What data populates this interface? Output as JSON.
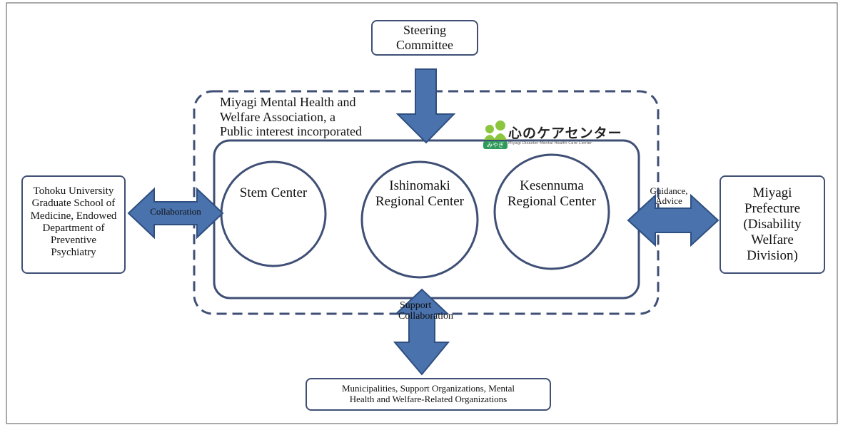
{
  "diagram": {
    "steering": {
      "line1": "Steering",
      "line2": "Committee"
    },
    "association": {
      "line1": "Miyagi Mental Health and",
      "line2": "Welfare Association, a",
      "line3": "Public interest incorporated"
    },
    "logo": {
      "jp_text": "心のケアセンター",
      "badge_text": "みやぎ",
      "sub_text": "Miyagi Disaster Mental Health Care Center"
    },
    "centers": [
      {
        "line1": "Stem Center",
        "line2": ""
      },
      {
        "line1": "Ishinomaki",
        "line2": "Regional Center"
      },
      {
        "line1": "Kesennuma",
        "line2": "Regional Center"
      }
    ],
    "tohoku": {
      "lines": [
        "Tohoku University",
        "Graduate School of",
        "Medicine, Endowed",
        "Department of",
        "Preventive",
        "Psychiatry"
      ]
    },
    "prefecture": {
      "lines": [
        "Miyagi",
        "Prefecture",
        "(Disability",
        "Welfare",
        "Division)"
      ]
    },
    "municipalities": {
      "line1": "Municipalities, Support Organizations, Mental",
      "line2": "Health and Welfare-Related Organizations"
    },
    "arrow_labels": {
      "collaboration": "Collaboration",
      "guidance_line1": "Guidance,",
      "guidance_line2": "Advice",
      "support_line1": "Support",
      "support_line2": "Collaboration"
    },
    "colors": {
      "arrow_fill": "#4a72ad",
      "arrow_stroke": "#2f4f80",
      "border": "#3f4f75",
      "logo_green": "#8cc63f",
      "logo_badge": "#2f9a5a"
    }
  }
}
